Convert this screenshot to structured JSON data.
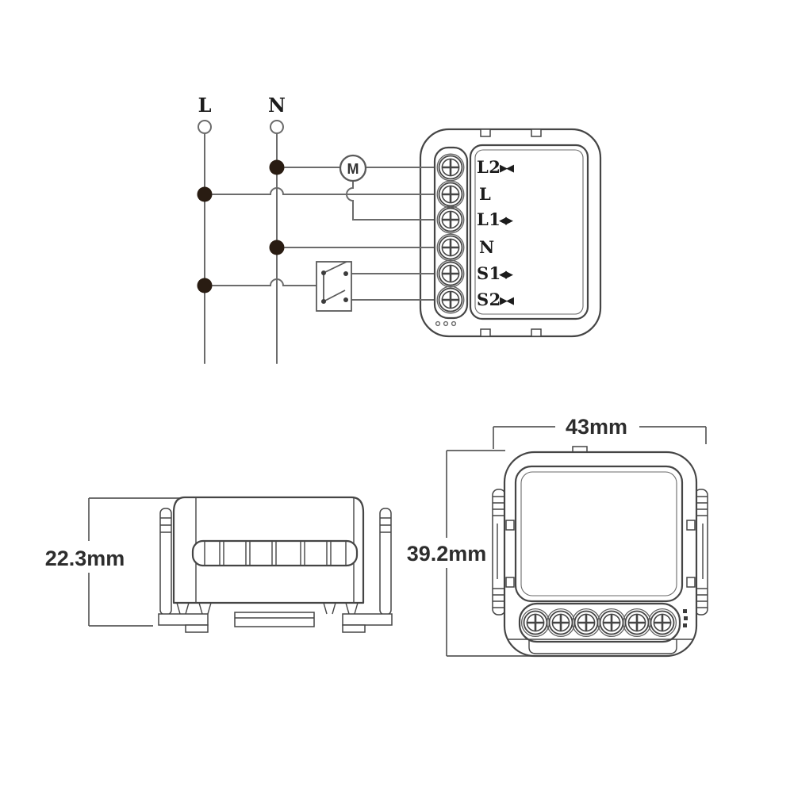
{
  "colors": {
    "bg": "#ffffff",
    "line": "#454545",
    "wire": "#6b6b6b",
    "dot": "#291c12",
    "text": "#1c1c1c",
    "dim-line": "#5a5a5a",
    "dim-text": "#2d2d2d"
  },
  "wiring": {
    "live_label": "L",
    "neutral_label": "N",
    "motor_label": "M",
    "terminals": [
      {
        "label": "L2",
        "icon": "▶◀"
      },
      {
        "label": "L",
        "icon": ""
      },
      {
        "label": "L1",
        "icon": "◀▶"
      },
      {
        "label": "N",
        "icon": ""
      },
      {
        "label": "S1",
        "icon": "◀▶"
      },
      {
        "label": "S2",
        "icon": "▶◀"
      }
    ]
  },
  "side_view": {
    "height_dimension": "22.3mm"
  },
  "front_view": {
    "width_dimension": "43mm",
    "height_dimension": "39.2mm"
  }
}
